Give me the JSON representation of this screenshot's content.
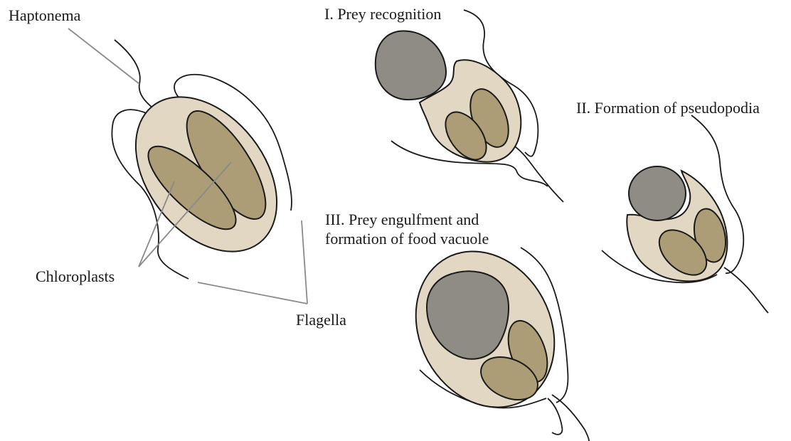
{
  "labels": {
    "haptonema": "Haptonema",
    "chloroplasts": "Chloroplasts",
    "flagella": "Flagella",
    "stage_1": "I. Prey recognition",
    "stage_2": "II. Formation of pseudopodia",
    "stage_3_line1": "III. Prey engulfment and",
    "stage_3_line2": "formation of food vacuole"
  },
  "colors": {
    "cell_fill": "#e2d7c2",
    "chloroplast_fill": "#ad9d77",
    "prey_fill": "#8f8b85",
    "outline": "#1a1a1a",
    "leader_line": "#8a8a8a"
  }
}
